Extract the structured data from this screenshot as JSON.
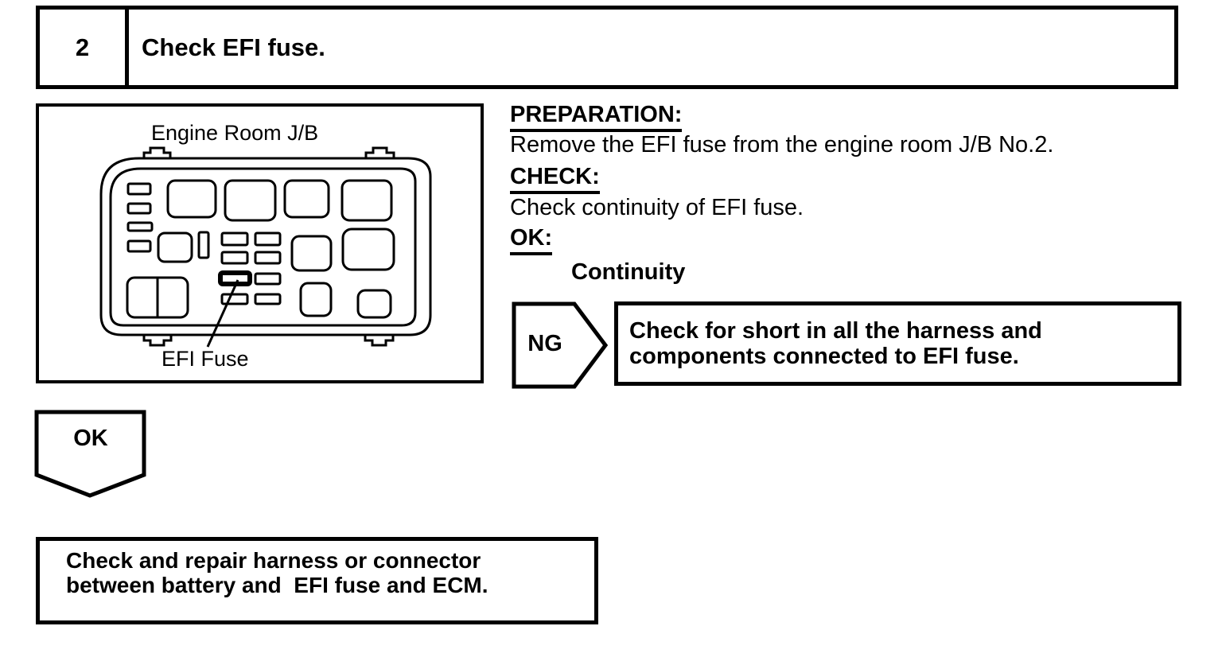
{
  "colors": {
    "ink": "#000000",
    "paper": "#ffffff"
  },
  "step": {
    "number": "2",
    "title": "Check EFI fuse."
  },
  "diagram": {
    "title": "Engine Room J/B",
    "fuse_label": "EFI Fuse"
  },
  "instructions": {
    "preparation_heading": "PREPARATION:",
    "preparation_text": "Remove the EFI fuse from the engine room J/B No.2.",
    "check_heading": "CHECK:",
    "check_text": "Check continuity of EFI fuse.",
    "ok_heading": "OK:",
    "ok_result": "Continuity"
  },
  "ng_branch": {
    "label": "NG",
    "action_line1": "Check for short in all the harness and",
    "action_line2": "components connected to EFI fuse."
  },
  "ok_branch": {
    "label": "OK",
    "action_line1": "Check and repair harness or connector",
    "action_line2": "between battery and  EFI fuse and ECM."
  }
}
